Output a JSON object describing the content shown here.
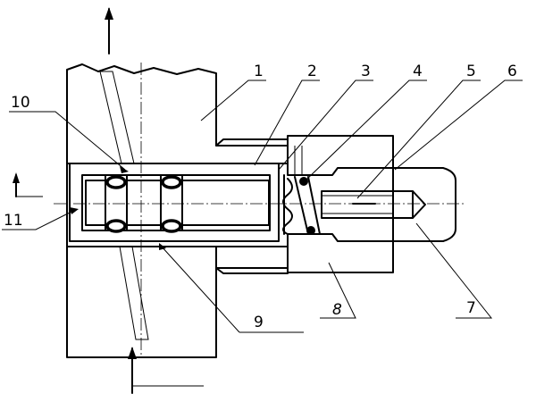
{
  "diagram": {
    "part_labels": {
      "p1": "1",
      "p2": "2",
      "p3": "3",
      "p4": "4",
      "p5": "5",
      "p6": "6",
      "p7": "7",
      "p8": "8",
      "p9": "9",
      "p10": "10",
      "p11": "11"
    },
    "colors": {
      "line": "#000000",
      "background": "#ffffff"
    }
  }
}
